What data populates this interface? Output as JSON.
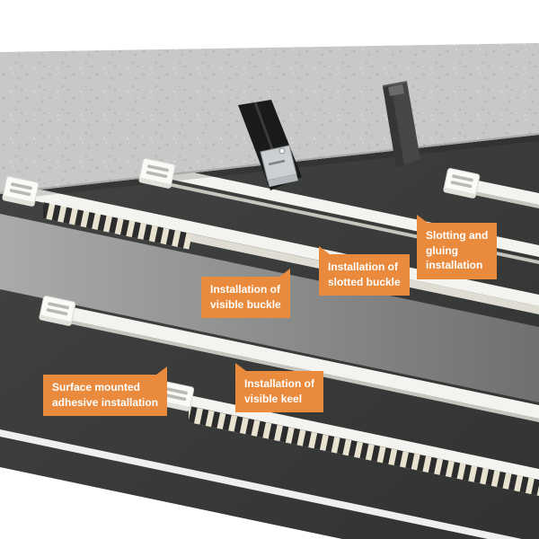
{
  "diagram": {
    "description": "Isometric illustration of five ceiling panel installation methods",
    "callouts": [
      {
        "id": "surface-mounted-adhesive",
        "lines": [
          "Surface mounted",
          "adhesive installation"
        ],
        "tail": "right"
      },
      {
        "id": "visible-keel",
        "lines": [
          "Installation of",
          "visible keel"
        ],
        "tail": "left"
      },
      {
        "id": "visible-buckle",
        "lines": [
          "Installation of",
          "visible buckle"
        ],
        "tail": "right"
      },
      {
        "id": "slotted-buckle",
        "lines": [
          "Installation of",
          "slotted buckle"
        ],
        "tail": "left"
      },
      {
        "id": "slotting-gluing",
        "lines": [
          "Slotting and",
          "gluing",
          "installation"
        ],
        "tail": "left"
      }
    ],
    "colors": {
      "accent_orange": "#E98A3D",
      "concrete_gray": "#C8C8C8",
      "panel_dark": "#3B3D3C",
      "panel_light": "#9EA09F",
      "rail_white": "#F3F3EF",
      "keel_face_cream": "#E8E2D0",
      "fastener_black": "#1A1A1A",
      "clip_silver": "#CCD0D2"
    }
  }
}
